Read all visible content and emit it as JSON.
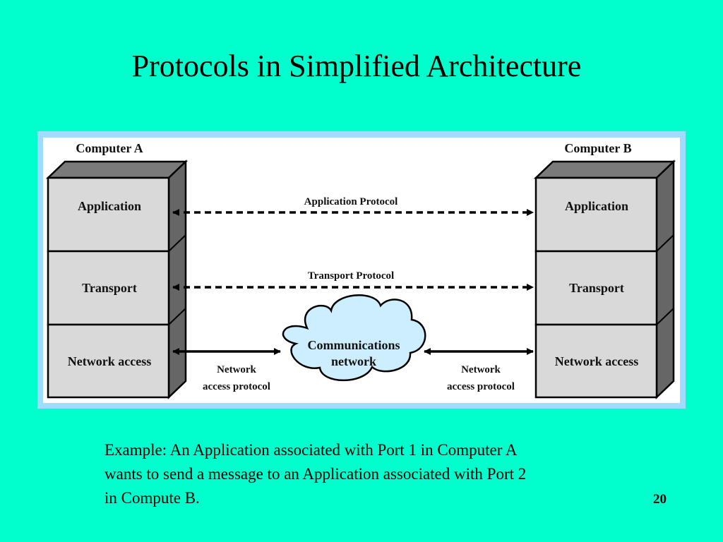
{
  "slide": {
    "title": "Protocols in Simplified Architecture",
    "caption_lines": [
      "Example: An Application associated with Port 1 in Computer A",
      "wants to send a message to an Application associated with Port 2",
      "in Compute B."
    ],
    "page_number": "20"
  },
  "diagram": {
    "computer_a": {
      "label": "Computer A",
      "layers": [
        "Application",
        "Transport",
        "Network access"
      ]
    },
    "computer_b": {
      "label": "Computer B",
      "layers": [
        "Application",
        "Transport",
        "Network access"
      ]
    },
    "protocols": {
      "application": "Application Protocol",
      "transport": "Transport Protocol",
      "network_access_left": [
        "Network",
        "access protocol"
      ],
      "network_access_right": [
        "Network",
        "access protocol"
      ]
    },
    "cloud": {
      "label_lines": [
        "Communications",
        "network"
      ]
    },
    "colors": {
      "background": "#00ffcc",
      "frame": "#9fdcff",
      "box_face": "#d9d9d9",
      "box_side": "#7a7a7a",
      "cloud_fill": "#cdeeff"
    }
  }
}
